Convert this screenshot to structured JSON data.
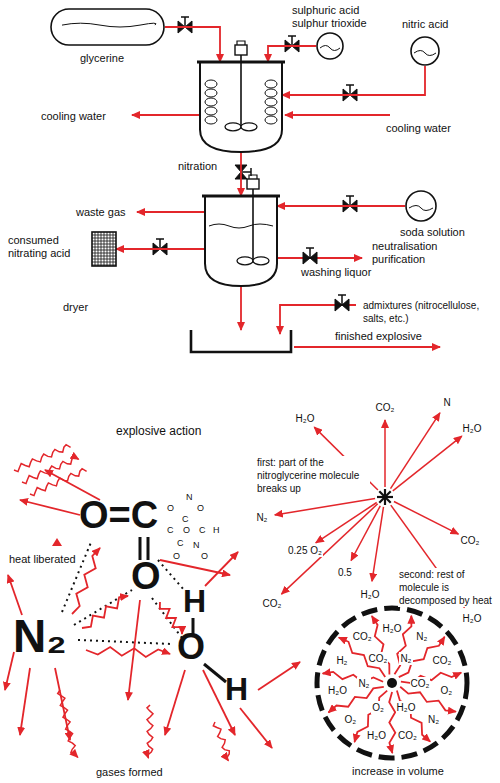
{
  "diagram": {
    "nodes": [
      {
        "text": [
          "glycerine"
        ]
      },
      {
        "text": [
          "sulphuric acid sulphur trioxide"
        ]
      },
      {
        "text": [
          "nitric acid"
        ]
      },
      {
        "text": [
          "nitration"
        ]
      },
      {
        "text": [
          "soda solution"
        ]
      },
      {
        "text": [
          "neutralisation purification"
        ]
      },
      {
        "text": [
          "consumed nitrating acid"
        ]
      },
      {
        "text": [
          "finished explosive"
        ]
      }
    ],
    "edges": [
      {
        "from": 0,
        "to": 3,
        "arrow": "to"
      },
      {
        "from": 1,
        "to": 3,
        "arrow": "to"
      },
      {
        "from": 2,
        "to": 3,
        "arrow": "to"
      },
      {
        "from": 3,
        "to": 5,
        "arrow": "to"
      },
      {
        "from": 4,
        "to": 5,
        "arrow": "to"
      },
      {
        "from": 5,
        "to": 6,
        "arrow": "to"
      },
      {
        "from": 5,
        "to": 7,
        "arrow": "to"
      }
    ],
    "labels": [
      "cooling water",
      "cooling water",
      "waste gas",
      "washing liquor",
      "dryer",
      "admixtures (nitrocellulose, salts, etc.)",
      "explosive action",
      "first: part of the nitroglycerine molecule breaks up",
      "second: rest of molecule is decomposed by heat",
      "heat liberated",
      "gases formed",
      "increase in volume",
      "H₂O",
      "CO₂",
      "N",
      "H₂O",
      "N₂",
      "CO₂",
      "0.25 O₂",
      "0.5",
      "H₂O",
      "CO₂",
      "H₂O",
      "H₂O",
      "N₂",
      "CO₂",
      "O₂",
      "N₂",
      "CO₂",
      "H₂O",
      "O₂",
      "H₂O",
      "H₂",
      "CO₂",
      "N₂",
      "CO₂",
      "H₂O",
      "O₂",
      "N₂",
      "CO₂",
      "O=C",
      "O",
      "N₂",
      "O",
      "H",
      "H",
      "N",
      "O",
      "O",
      "C",
      "C",
      "O",
      "C",
      "H",
      "C",
      "N",
      "O",
      "O"
    ]
  }
}
